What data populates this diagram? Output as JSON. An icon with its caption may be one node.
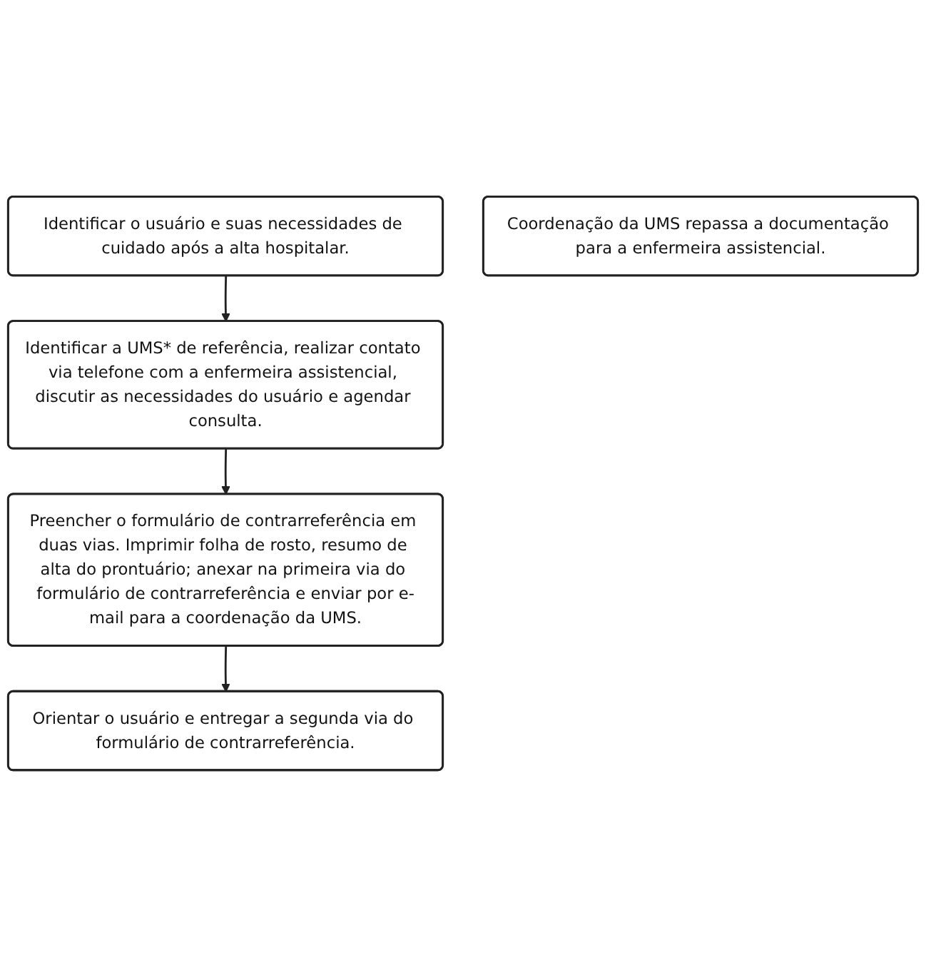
{
  "diagram": {
    "nodes": [
      {
        "text": [
          "Identificar o usuário e suas necessidades de cuidado após a alta hospitalar."
        ]
      },
      {
        "text": [
          "Identificar a UMS* de referência, realizar contato via telefone com a enfermeira assistencial, discutir as necessidades do usuário e agendar consulta."
        ]
      },
      {
        "text": [
          "Preencher o formulário de contrarreferência em duas vias. Imprimir folha de rosto, resumo de alta do prontuário; anexar na primeira via do formulário de contrarreferência e enviar por e-mail para a coordenação da UMS."
        ]
      },
      {
        "text": [
          "Coordenação da UMS repassa a documentação para a enfermeira assistencial."
        ]
      },
      {
        "text": [
          "Orientar o usuário e entregar a segunda via do formulário de contrarreferência."
        ]
      }
    ],
    "edges": [
      {
        "from": 0,
        "to": 1,
        "arrow": "to"
      },
      {
        "from": 1,
        "to": 2,
        "arrow": "to"
      },
      {
        "from": 2,
        "to": 4,
        "arrow": "to"
      }
    ]
  }
}
